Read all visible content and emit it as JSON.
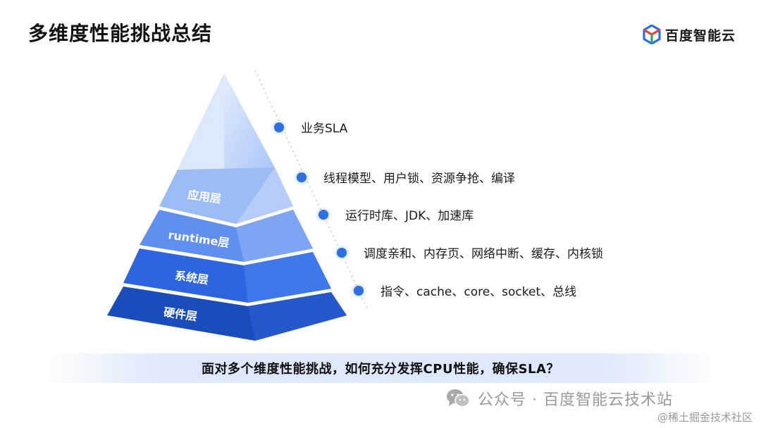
{
  "header": {
    "title": "多维度性能挑战总结",
    "brand": {
      "name": "百度智能云",
      "colors": [
        "#2d6ee6",
        "#e8433a",
        "#23a86b"
      ]
    }
  },
  "pyramid": {
    "layers": [
      {
        "label": "应用层",
        "color": "#8fb4f4"
      },
      {
        "label": "runtime层",
        "color": "#5a8cf0"
      },
      {
        "label": "系统层",
        "color": "#2c63df"
      },
      {
        "label": "硬件层",
        "color": "#1a4ab8"
      }
    ],
    "apex_color": "#c4d7fb"
  },
  "items": [
    {
      "text": "业务SLA"
    },
    {
      "text": "线程模型、用户锁、资源争抢、编译"
    },
    {
      "text": "运行时库、JDK、加速库"
    },
    {
      "text": "调度亲和、内存页、网络中断、缓存、内核锁"
    },
    {
      "text": "指令、cache、core、socket、总线"
    }
  ],
  "bottom": {
    "question": "面对多个维度性能挑战，如何充分发挥CPU性能，确保SLA？"
  },
  "watermark": {
    "main": "公众号 · 百度智能云技术站",
    "sub": "@稀土掘金技术社区",
    "icon": "wechat-icon"
  }
}
